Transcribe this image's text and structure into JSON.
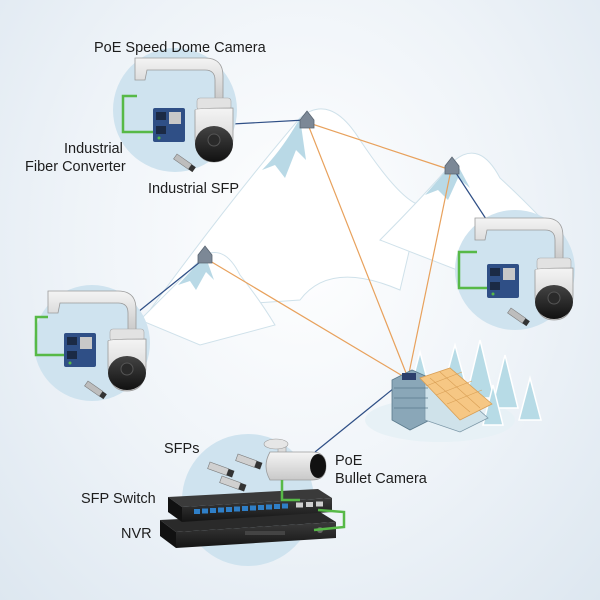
{
  "labels": {
    "dome_camera": "PoE Speed Dome Camera",
    "fiber_converter_line1": "Industrial",
    "fiber_converter_line2": "Fiber Converter",
    "industrial_sfp": "Industrial SFP",
    "sfps": "SFPs",
    "sfp_switch": "SFP Switch",
    "nvr": "NVR",
    "bullet_line1": "PoE",
    "bullet_line2": "Bullet Camera"
  },
  "colors": {
    "fiber_link": "#e8a15c",
    "network_link": "#2f4f86",
    "poe_cable": "#57b947",
    "circle_fill": "#cfe3ef",
    "mountain_shadow": "#b9d9e6",
    "roof_panels": "#f6c784"
  }
}
